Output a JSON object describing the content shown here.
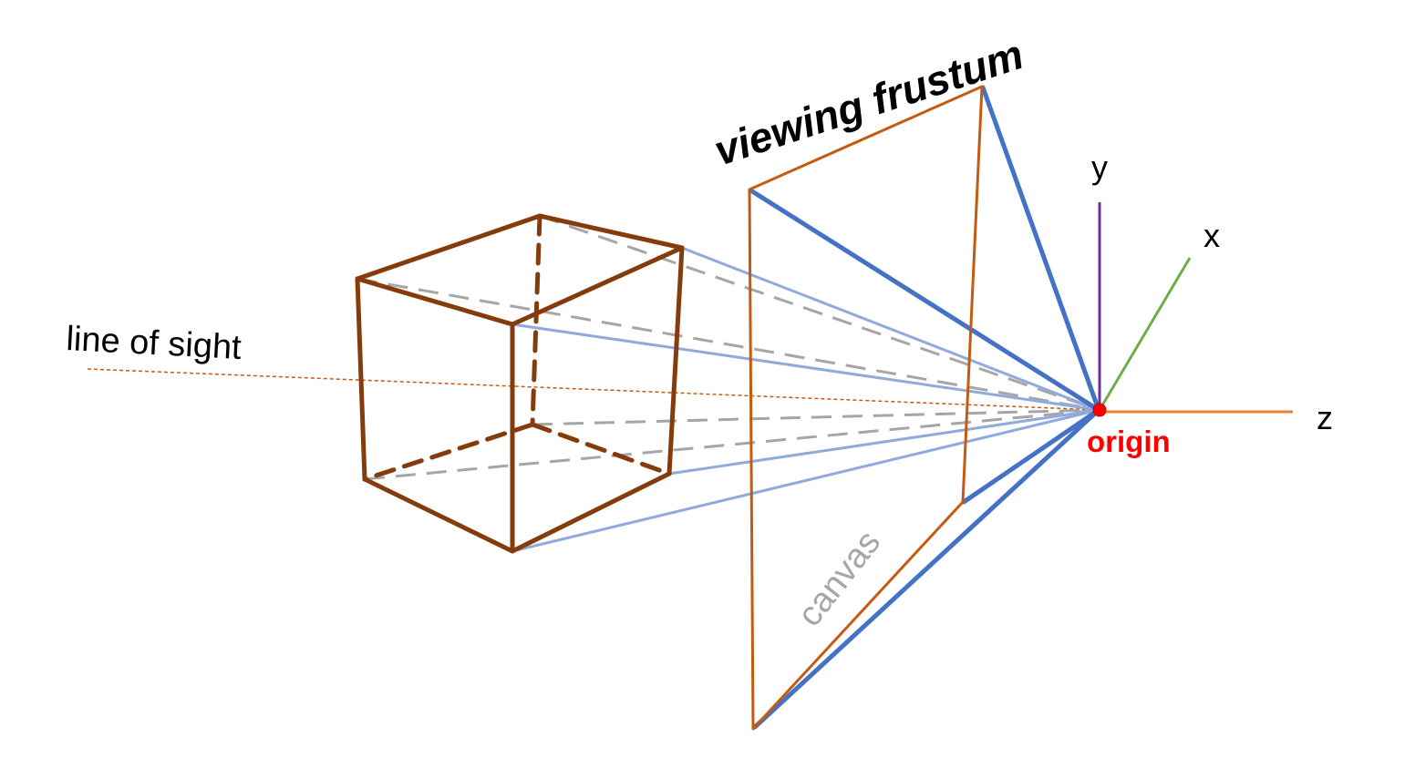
{
  "labels": {
    "title": "viewing frustum",
    "line_of_sight": "line of sight",
    "canvas": "canvas",
    "origin": "origin",
    "axis_x": "x",
    "axis_y": "y",
    "axis_z": "z"
  },
  "colors": {
    "cube": "#843C0C",
    "canvas_frame": "#C55A11",
    "frustum_edges": "#4472C4",
    "projection_rays_visible": "#8FAADC",
    "projection_rays_hidden": "#A6A6A6",
    "line_of_sight": "#C55A11",
    "axis_x": "#70AD47",
    "axis_y": "#7030A0",
    "axis_z": "#ED7D31",
    "origin": "#FF0000",
    "canvas_label": "#A6A6A6",
    "text": "#000000"
  }
}
